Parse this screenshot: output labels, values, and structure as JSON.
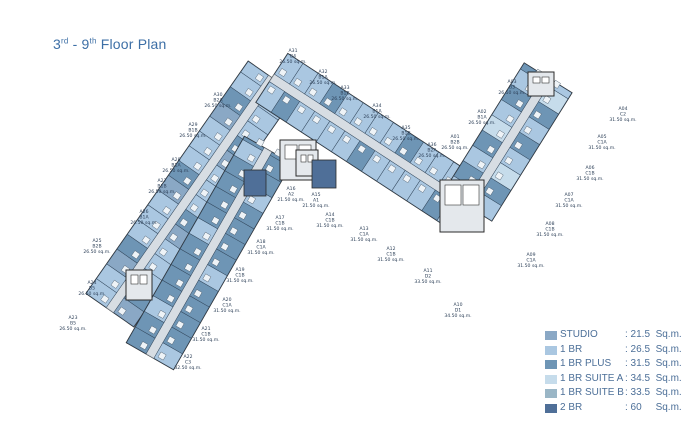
{
  "title": {
    "sup1": "rd",
    "middle": " - 9",
    "sup2": "th",
    "pre": "3",
    "post": " Floor Plan"
  },
  "colors": {
    "studio": "#8aa8c5",
    "br1": "#aac7e1",
    "br1plus": "#6e95b5",
    "suiteA": "#c6dceb",
    "suiteB": "#9ab6c6",
    "br2": "#4f6f98",
    "corridor": "#d7dde3",
    "core": "#e4e8ec",
    "outline": "#2b2b2b"
  },
  "legend": [
    {
      "name": "STUDIO",
      "size": ": 21.5  Sq.m.",
      "color": "#8aa8c5"
    },
    {
      "name": "1 BR",
      "size": ": 26.5  Sq.m.",
      "color": "#aac7e1"
    },
    {
      "name": "1 BR PLUS",
      "size": ": 31.5  Sq.m.",
      "color": "#6e95b5"
    },
    {
      "name": "1 BR SUITE A",
      "size": ": 34.5  Sq.m.",
      "color": "#c6dceb"
    },
    {
      "name": "1 BR SUITE B",
      "size": ": 33.5  Sq.m.",
      "color": "#9ab6c6"
    },
    {
      "name": "2 BR",
      "size": ": 60     Sq.m.",
      "color": "#4f6f98"
    }
  ],
  "units": [
    {
      "l1": "A31",
      "l2": "B4",
      "l3": "26.50 sq.m."
    },
    {
      "l1": "A32",
      "l2": "B1A",
      "l3": "26.50 sq.m."
    },
    {
      "l1": "A33",
      "l2": "B1B",
      "l3": "26.50 sq.m."
    },
    {
      "l1": "A34",
      "l2": "B1A",
      "l3": "26.50 sq.m."
    },
    {
      "l1": "A35",
      "l2": "B1B",
      "l3": "26.50 sq.m."
    },
    {
      "l1": "A36",
      "l2": "B2A",
      "l3": "26.50 sq.m."
    },
    {
      "l1": "A01",
      "l2": "B2B",
      "l3": "26.50 sq.m."
    },
    {
      "l1": "A02",
      "l2": "B1A",
      "l3": "26.50 sq.m."
    },
    {
      "l1": "A03",
      "l2": "B3",
      "l3": "26.50 sq.m."
    },
    {
      "l1": "A04",
      "l2": "C2",
      "l3": "31.50 sq.m."
    },
    {
      "l1": "A05",
      "l2": "C1A",
      "l3": "31.50 sq.m."
    },
    {
      "l1": "A06",
      "l2": "C1B",
      "l3": "31.50 sq.m."
    },
    {
      "l1": "A07",
      "l2": "C1A",
      "l3": "31.50 sq.m."
    },
    {
      "l1": "A08",
      "l2": "C1B",
      "l3": "31.50 sq.m."
    },
    {
      "l1": "A09",
      "l2": "C1A",
      "l3": "31.50 sq.m."
    },
    {
      "l1": "A10",
      "l2": "D1",
      "l3": "34.50 sq.m."
    },
    {
      "l1": "A11",
      "l2": "D2",
      "l3": "33.50 sq.m."
    },
    {
      "l1": "A12",
      "l2": "C1B",
      "l3": "31.50 sq.m."
    },
    {
      "l1": "A13",
      "l2": "C1A",
      "l3": "31.50 sq.m."
    },
    {
      "l1": "A14",
      "l2": "C1B",
      "l3": "31.50 sq.m."
    },
    {
      "l1": "A15",
      "l2": "A1",
      "l3": "21.50 sq.m."
    },
    {
      "l1": "A16",
      "l2": "A2",
      "l3": "21.50 sq.m."
    },
    {
      "l1": "A17",
      "l2": "C1B",
      "l3": "31.50 sq.m."
    },
    {
      "l1": "A18",
      "l2": "C1A",
      "l3": "31.50 sq.m."
    },
    {
      "l1": "A19",
      "l2": "C1B",
      "l3": "31.50 sq.m."
    },
    {
      "l1": "A20",
      "l2": "C1A",
      "l3": "31.50 sq.m."
    },
    {
      "l1": "A21",
      "l2": "C1B",
      "l3": "31.50 sq.m."
    },
    {
      "l1": "A22",
      "l2": "C3",
      "l3": "32.50 sq.m."
    },
    {
      "l1": "A23",
      "l2": "B5",
      "l3": "26.50 sq.m."
    },
    {
      "l1": "A24",
      "l2": "B5",
      "l3": "26.50 sq.m."
    },
    {
      "l1": "A25",
      "l2": "B2B",
      "l3": "26.50 sq.m."
    },
    {
      "l1": "A26",
      "l2": "B1A",
      "l3": "26.50 sq.m."
    },
    {
      "l1": "A27",
      "l2": "B1B",
      "l3": "26.50 sq.m."
    },
    {
      "l1": "A28",
      "l2": "B1A",
      "l3": "26.50 sq.m."
    },
    {
      "l1": "A29",
      "l2": "B1B",
      "l3": "26.50 sq.m."
    },
    {
      "l1": "A30",
      "l2": "B2A",
      "l3": "26.50 sq.m."
    }
  ]
}
